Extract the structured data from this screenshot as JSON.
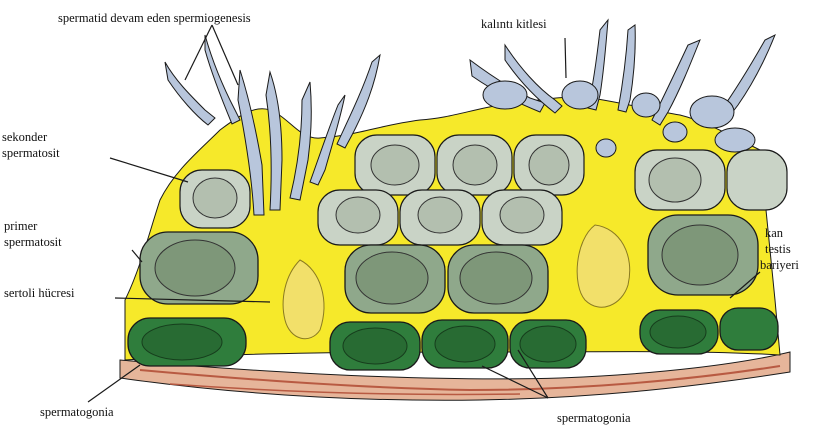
{
  "labels": {
    "spermatid": "spermatid devam eden spermiogenesis",
    "residual": "kalıntı kitlesi",
    "secondary_line1": "sekonder",
    "secondary_line2": "spermatosit",
    "primary_line1": "primer",
    "primary_line2": "spermatosit",
    "sertoli": "sertoli hücresi",
    "barrier_line1": "kan",
    "barrier_line2": "testis",
    "barrier_line3": "bariyeri",
    "spermatogonia_left": "spermatogonia",
    "spermatogonia_bottom": "spermatogonia"
  },
  "colors": {
    "sertoli": "#f6e92a",
    "spermatid": "#b8c6dc",
    "secondary": "#c9d3c6",
    "primary": "#8fa88b",
    "spermatogonia": "#2f7d3c",
    "basal": "#e6b59a",
    "outline": "#1a1a1a"
  }
}
